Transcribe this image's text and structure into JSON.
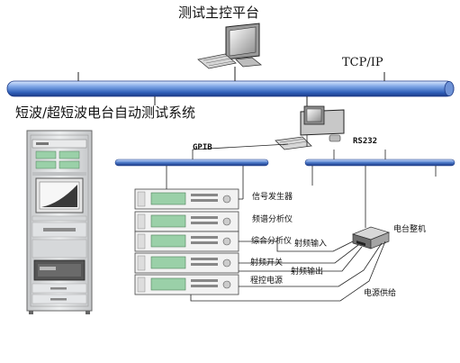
{
  "diagram": {
    "main_title": "测试主控平台",
    "system_title": "短波/超短波电台自动测试系统",
    "network": {
      "tcpip_label": "TCP/IP",
      "gpib_label": "GPIB",
      "rs232_label": "RS232"
    },
    "instruments": [
      {
        "label": "信号发生器"
      },
      {
        "label": "频谱分析仪"
      },
      {
        "label": "综合分析仪"
      },
      {
        "label": "射频开关"
      },
      {
        "label": "程控电源"
      }
    ],
    "connections": {
      "rf_input": "射频输入",
      "rf_output": "射频输出",
      "power_supply": "电源供给"
    },
    "device": {
      "radio_label": "电台整机"
    },
    "colors": {
      "bus_blue": "#3f6fc0",
      "bus_dark": "#1f3f8f",
      "bus_light": "#9fbff0",
      "rack_grey": "#d0d2d4",
      "panel_green": "#9ad0a8"
    }
  }
}
